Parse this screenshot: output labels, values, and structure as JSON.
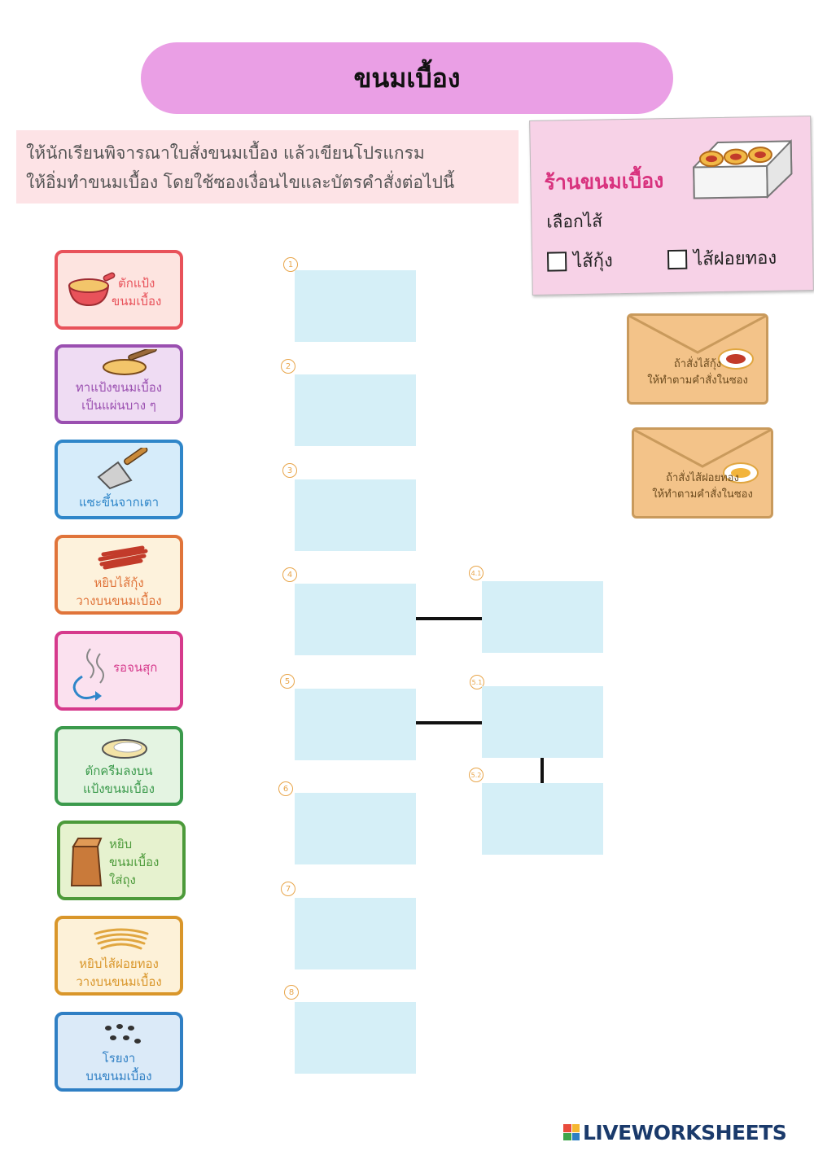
{
  "title": "ขนมเบื้อง",
  "instructions": {
    "line1": "ให้นักเรียนพิจารณาใบสั่งขนมเบื้อง แล้วเขียนโปรแกรม",
    "line2": "ให้อิ่มทำขนมเบื้อง โดยใช้ซองเงื่อนไขและบัตรคำสั่งต่อไปนี้"
  },
  "order_card": {
    "shop_name": "ร้านขนมเบื้อง",
    "choose_label": "เลือกไส้",
    "options": [
      "ไส้กุ้ง",
      "ไส้ฝอยทอง"
    ]
  },
  "envelopes": [
    {
      "line1": "ถ้าสั่งไส้กุ้ง",
      "line2": "ให้ทำตามคำสั่งในซอง"
    },
    {
      "line1": "ถ้าสั่งไส้ฝอยทอง",
      "line2": "ให้ทำตามคำสั่งในซอง"
    }
  ],
  "command_cards": [
    {
      "line1": "ตักแป้ง",
      "line2": "ขนมเบื้อง",
      "line3": "",
      "color": "#e8525a",
      "bg": "#fde4e0",
      "icon": "ladle-icon"
    },
    {
      "line1": "ทาแป้งขนมเบื้อง",
      "line2": "เป็นแผ่นบาง ๆ",
      "line3": "",
      "color": "#9a4fb0",
      "bg": "#efdcf3",
      "icon": "spread-batter-icon"
    },
    {
      "line1": "แซะขึ้นจากเตา",
      "line2": "",
      "line3": "",
      "color": "#2f86c9",
      "bg": "#d6ecfa",
      "icon": "spatula-icon"
    },
    {
      "line1": "หยิบไส้กุ้ง",
      "line2": "วางบนขนมเบื้อง",
      "line3": "",
      "color": "#e0743a",
      "bg": "#fdf2dc",
      "icon": "shrimp-filling-icon"
    },
    {
      "line1": "รอจนสุก",
      "line2": "",
      "line3": "",
      "color": "#d63a8c",
      "bg": "#fbe1ef",
      "icon": "steam-wait-icon"
    },
    {
      "line1": "ตักครีมลงบน",
      "line2": "แป้งขนมเบื้อง",
      "line3": "",
      "color": "#3b9a4c",
      "bg": "#e4f4e2",
      "icon": "cream-icon"
    },
    {
      "line1": "หยิบ",
      "line2": "ขนมเบื้อง",
      "line3": "ใส่ถุง",
      "color": "#4c9a3a",
      "bg": "#e6f2cf",
      "icon": "paper-bag-icon"
    },
    {
      "line1": "หยิบไส้ฝอยทอง",
      "line2": "วางบนขนมเบื้อง",
      "line3": "",
      "color": "#d9962a",
      "bg": "#fdf1d8",
      "icon": "golden-threads-icon"
    },
    {
      "line1": "โรยงา",
      "line2": "บนขนมเบื้อง",
      "line3": "",
      "color": "#2f7fc4",
      "bg": "#dbeaf8",
      "icon": "sesame-icon"
    }
  ],
  "slots": {
    "main": [
      "1",
      "2",
      "3",
      "4",
      "5",
      "6",
      "7",
      "8"
    ],
    "branch": [
      "4.1",
      "5.1",
      "5.2"
    ]
  },
  "branding": {
    "text": "LIVEWORKSHEETS"
  }
}
